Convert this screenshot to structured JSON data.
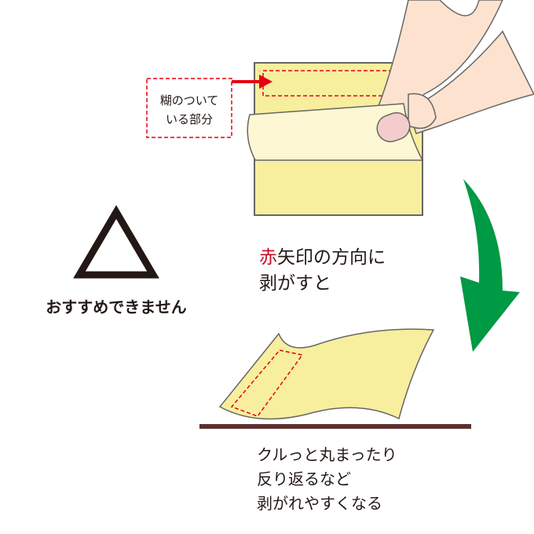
{
  "glue_label": {
    "line1": "糊のついて",
    "line2": "いる部分"
  },
  "peel_instruction": {
    "red_word": "赤",
    "line1_rest": "矢印の方向に",
    "line2": "剥がすと"
  },
  "rating": {
    "symbol": "triangle",
    "text": "おすすめできません"
  },
  "result": {
    "line1": "クルっと丸まったり",
    "line2": "反り返るなど",
    "line3": "剥がれやすくなる"
  },
  "colors": {
    "note": "#f7ee9e",
    "note_light": "#fdf7d4",
    "dash_red": "#e60012",
    "arrow_green": "#009944",
    "floor": "#5b3030",
    "skin": "#fde3cf",
    "nail": "#f3cdcd"
  }
}
